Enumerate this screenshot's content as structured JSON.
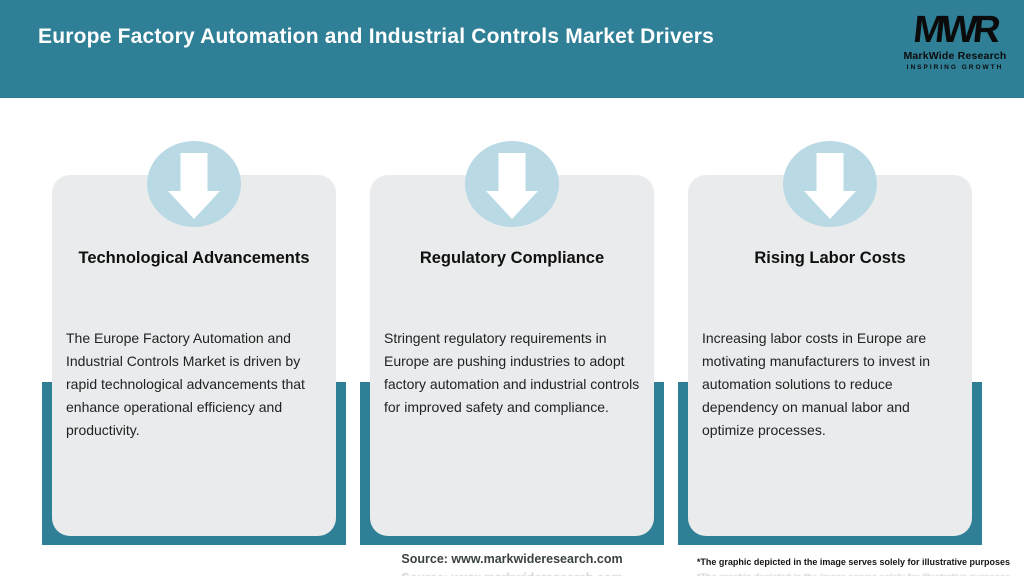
{
  "header": {
    "title": "Europe Factory Automation and Industrial Controls Market Drivers",
    "logo": {
      "monogram": "MWR",
      "name": "MarkWide Research",
      "tagline": "INSPIRING GROWTH"
    }
  },
  "cards": [
    {
      "icon": "down-arrow-icon",
      "title": "Technological Advancements",
      "body": "The Europe Factory Automation and Industrial Controls Market is driven by rapid technological advancements that enhance operational efficiency and productivity."
    },
    {
      "icon": "down-arrow-icon",
      "title": "Regulatory Compliance",
      "body": "Stringent regulatory requirements in Europe are pushing industries to adopt factory automation and industrial controls for improved safety and compliance."
    },
    {
      "icon": "down-arrow-icon",
      "title": "Rising Labor Costs",
      "body": "Increasing labor costs in Europe are motivating manufacturers to invest in automation solutions to reduce dependency on manual labor and optimize processes."
    }
  ],
  "footer": {
    "source": "Source: www.markwideresearch.com",
    "disclaimer": "*The graphic depicted in the image serves solely for illustrative purposes"
  },
  "colors": {
    "accent_teal": "#2f7f96",
    "icon_circle_blue": "#b9d9e4",
    "card_gray": "#e9ebec",
    "title_white": "#ffffff",
    "logo_black": "#0b0b0b"
  }
}
